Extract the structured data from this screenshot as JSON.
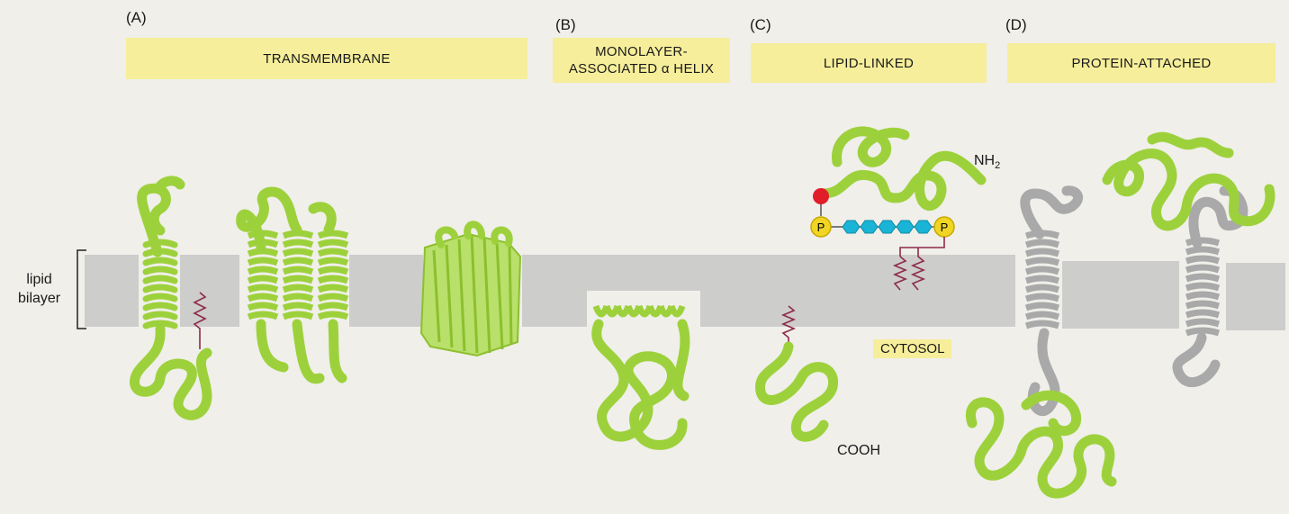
{
  "panels": [
    {
      "letter": "(A)",
      "title": "TRANSMEMBRANE"
    },
    {
      "letter": "(B)",
      "title_line1": "MONOLAYER-",
      "title_line2": "ASSOCIATED α HELIX"
    },
    {
      "letter": "(C)",
      "title": "LIPID-LINKED"
    },
    {
      "letter": "(D)",
      "title": "PROTEIN-ATTACHED"
    }
  ],
  "labels": {
    "lipid_bilayer_line1": "lipid",
    "lipid_bilayer_line2": "bilayer",
    "nh2": "NH",
    "nh2_sub": "2",
    "cooh": "COOH",
    "cytosol": "CYTOSOL",
    "phosphate_left": "P",
    "phosphate_right": "P"
  },
  "colors": {
    "protein_green": "#9dd13c",
    "protein_gray": "#a9a9a9",
    "membrane": "#cdcdcb",
    "banner": "#f6ee9a",
    "lipid_anchor": "#8e2a4a",
    "oligosaccharide": "#19b4d6",
    "phosphate": "#f0d524",
    "terminal_sugar": "#e11d2a"
  }
}
